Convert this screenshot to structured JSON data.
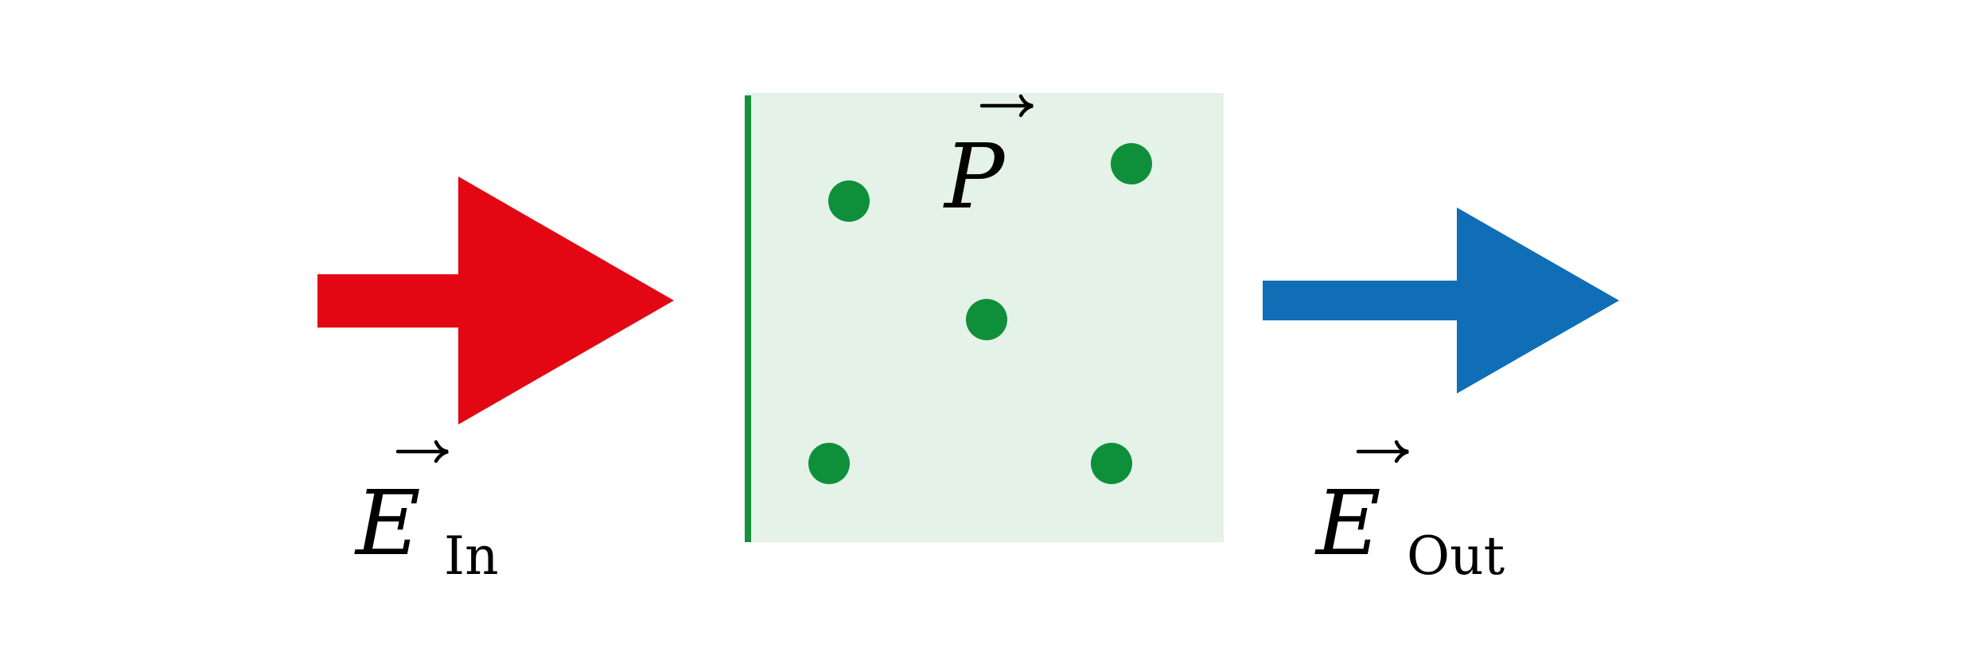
{
  "colors": {
    "input_arrow": "#e30613",
    "output_arrow": "#106eb6",
    "medium_fill": "#e4f2e8",
    "medium_edge": "#14913b",
    "dipole": "#0f8f3a",
    "text": "#000000"
  },
  "labels": {
    "input_field": {
      "symbol": "E",
      "subscript": "In"
    },
    "polarization": {
      "symbol": "P"
    },
    "output_field": {
      "symbol": "E",
      "subscript": "Out"
    }
  },
  "dipole_count": 5
}
